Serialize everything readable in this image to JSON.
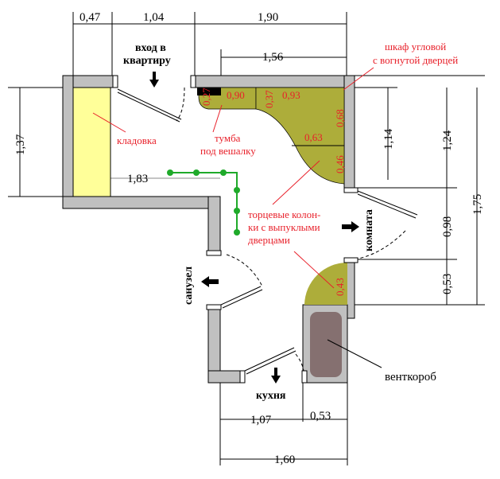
{
  "colors": {
    "wall": "#c0c0c0",
    "pantry": "#ffff99",
    "furniture": "#adad3a",
    "vent": "#857070",
    "path": "#1faa2a",
    "annotation": "#e8202a"
  },
  "dimensions": {
    "d047": "0,47",
    "d104": "1,04",
    "d190": "1,90",
    "d156": "1,56",
    "d137": "1,37",
    "d183": "1,83",
    "d114": "1,14",
    "d124": "1,24",
    "d175": "1,75",
    "d098": "0,98",
    "d053v": "0,53",
    "d107": "1,07",
    "d053h": "0,53",
    "d160": "1,60"
  },
  "furniture_sizes": {
    "f027": "0,27",
    "f090": "0,90",
    "f037": "0,37",
    "f093": "0,93",
    "f068": "0,68",
    "f063": "0,63",
    "f046": "0,46",
    "f043": "0,43"
  },
  "labels": {
    "entrance_1": "вход в",
    "entrance_2": "квартиру",
    "pantry": "кладовка",
    "tumba_1": "тумба",
    "tumba_2": "под вешалку",
    "wardrobe_1": "шкаф угловой",
    "wardrobe_2": "с вогнутой дверцей",
    "columns_1": "торцевые колон-",
    "columns_2": "ки с выпуклыми",
    "columns_3": "дверцами",
    "room": "комната",
    "bathroom": "санузел",
    "kitchen": "кухня",
    "vent": "венткороб"
  }
}
